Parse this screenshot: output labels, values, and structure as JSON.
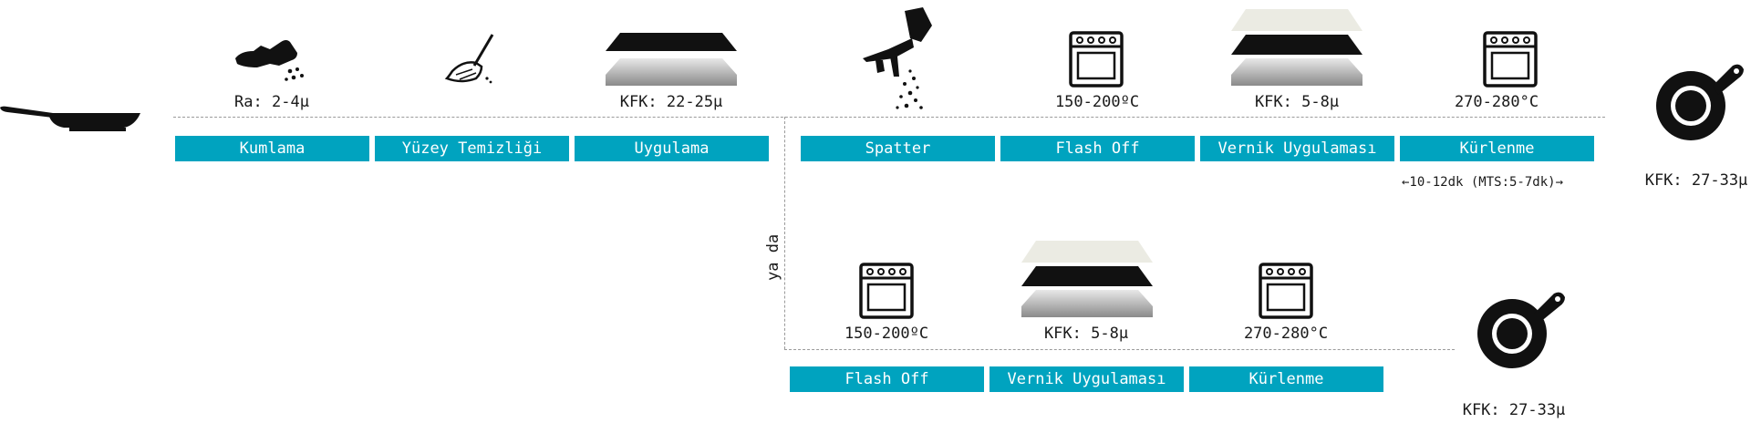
{
  "top_row": {
    "labels": {
      "kumlama": "Ra: 2-4μ",
      "uygulama": "KFK: 22-25μ",
      "flash": "150-200ºC",
      "vernik": "KFK: 5-8μ",
      "kurlenme": "270-280°C"
    },
    "steps": [
      "Kumlama",
      "Yüzey Temizliği",
      "Uygulama",
      "Spatter",
      "Flash Off",
      "Vernik Uygulaması",
      "Kürlenme"
    ],
    "time_note": "←10-12dk (MTS:5-7dk)→",
    "final": "KFK: 27-33μ"
  },
  "divider_label": "ya da",
  "bottom_row": {
    "labels": {
      "flash": "150-200ºC",
      "vernik": "KFK: 5-8μ",
      "kurlenme": "270-280°C"
    },
    "steps": [
      "Flash Off",
      "Vernik Uygulaması",
      "Kürlenme"
    ],
    "final": "KFK: 27-33μ"
  },
  "colors": {
    "step_bg": "#00a3bf",
    "step_text": "#ffffff",
    "icon": "#111111",
    "varnish_top": "#ebebe3"
  }
}
